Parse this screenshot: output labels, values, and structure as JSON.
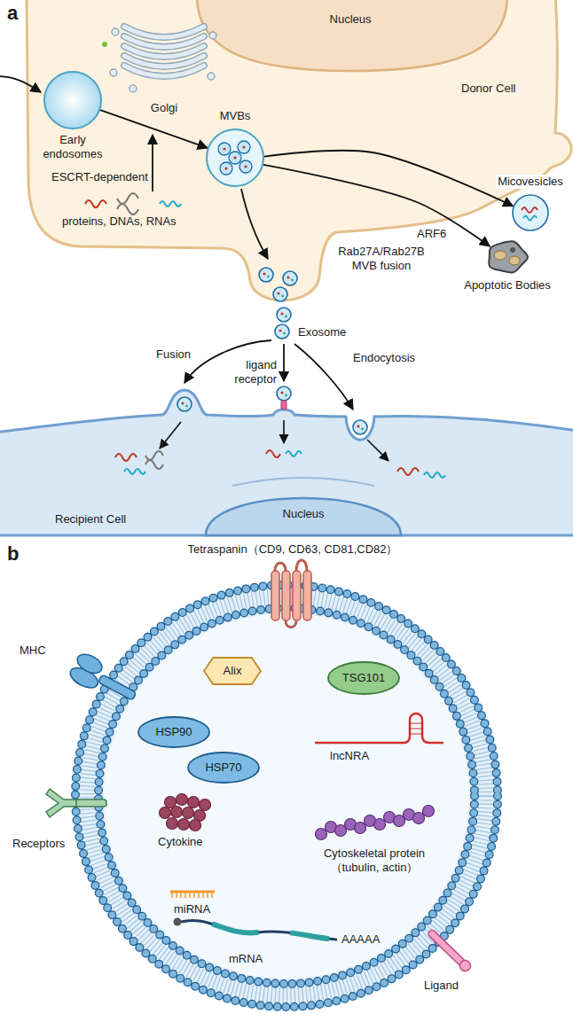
{
  "diagram": {
    "nodes": [
      {
        "text": [
          "Early endosomes"
        ]
      },
      {
        "text": [
          "MVBs"
        ]
      },
      {
        "text": [
          "Micovesicles"
        ]
      },
      {
        "text": [
          "Apoptotic Bodies"
        ]
      },
      {
        "text": [
          "Alix"
        ]
      },
      {
        "text": [
          "TSG101"
        ]
      },
      {
        "text": [
          "HSP90"
        ]
      },
      {
        "text": [
          "HSP70"
        ]
      }
    ],
    "edges": [
      {
        "from": 0,
        "to": 1,
        "arrow": "to"
      },
      {
        "from": 1,
        "to": 2,
        "arrow": "to"
      },
      {
        "from": 1,
        "to": 3,
        "label": "ARF6",
        "arrow": "to"
      }
    ],
    "labels": [
      "a",
      "Nucleus",
      "Golgi",
      "Donor Cell",
      "ESCRT-dependent",
      "proteins, DNAs, RNAs",
      "Rab27A/Rab27B MVB fusion",
      "Exosome",
      "Fusion",
      "ligand receptor",
      "Endocytosis",
      "Recipient Cell",
      "Nucleus",
      "b",
      "Tetraspanin（CD9, CD63, CD81,CD82）",
      "MHC",
      "lncNRA",
      "Cytokine",
      "Receptors",
      "Cytoskeletal protein （tubulin, actin）",
      "miRNA",
      "AAAAA",
      "mRNA",
      "Ligand"
    ]
  }
}
